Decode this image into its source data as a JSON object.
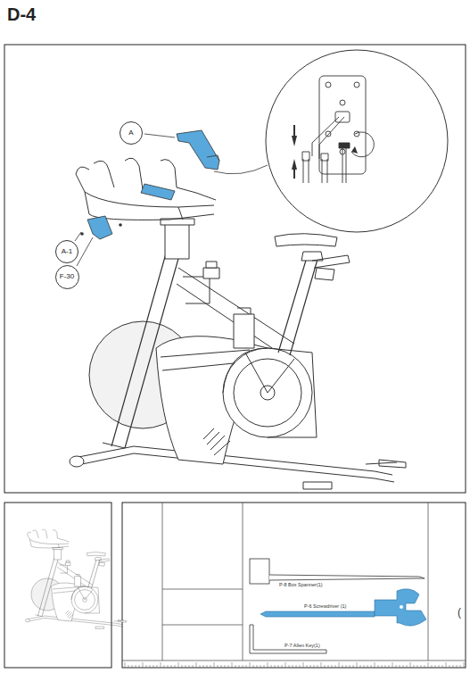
{
  "diagram": {
    "title": "D-4",
    "nodes": [
      {
        "text": [
          "A"
        ]
      },
      {
        "text": [
          "A-1"
        ]
      },
      {
        "text": [
          "F-30"
        ]
      }
    ],
    "labels": [
      "P-8 Box Spanner(1)",
      "P-6 Screwdriver (1)",
      "P-7 Allen Key(1)",
      "("
    ]
  }
}
